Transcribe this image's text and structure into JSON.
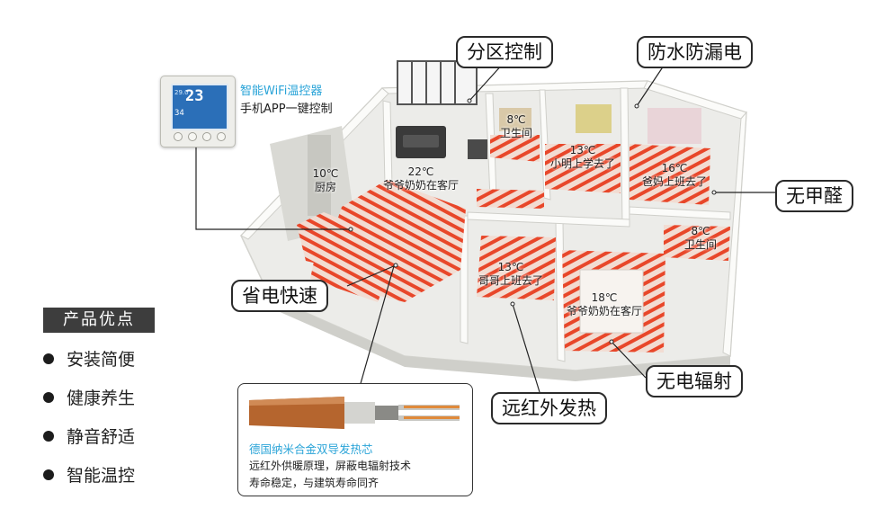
{
  "thermostat": {
    "title": "智能WiFi温控器",
    "subtitle": "手机APP一键控制",
    "display_main": "23",
    "display_small_top": "29.0",
    "display_small_bottom": "34"
  },
  "callouts": {
    "zone_control": "分区控制",
    "waterproof": "防水防漏电",
    "no_formaldehyde": "无甲醛",
    "power_saving": "省电快速",
    "no_radiation": "无电辐射",
    "far_infrared": "远红外发热"
  },
  "rooms": [
    {
      "temp": "8℃",
      "name": "卫生间"
    },
    {
      "temp": "13℃",
      "name": "小明上学去了"
    },
    {
      "temp": "16℃",
      "name": "爸妈上班去了"
    },
    {
      "temp": "10℃",
      "name": "厨房"
    },
    {
      "temp": "22℃",
      "name": "爷爷奶奶在客厅"
    },
    {
      "temp": "8℃",
      "name": "卫生间"
    },
    {
      "temp": "13℃",
      "name": "哥哥上班去了"
    },
    {
      "temp": "18℃",
      "name": "爷爷奶奶在客厅"
    }
  ],
  "advantages": {
    "title": "产品优点",
    "items": [
      "安装简便",
      "健康养生",
      "静音舒适",
      "智能温控"
    ]
  },
  "cable": {
    "title": "德国纳米合金双导发热芯",
    "line1": "远红外供暖原理，屏蔽电辐射技术",
    "line2": "寿命稳定，与建筑寿命同齐"
  },
  "colors": {
    "heating": "#e8472a",
    "accent_blue": "#2aa4d8",
    "cable_copper": "#b5652e"
  }
}
